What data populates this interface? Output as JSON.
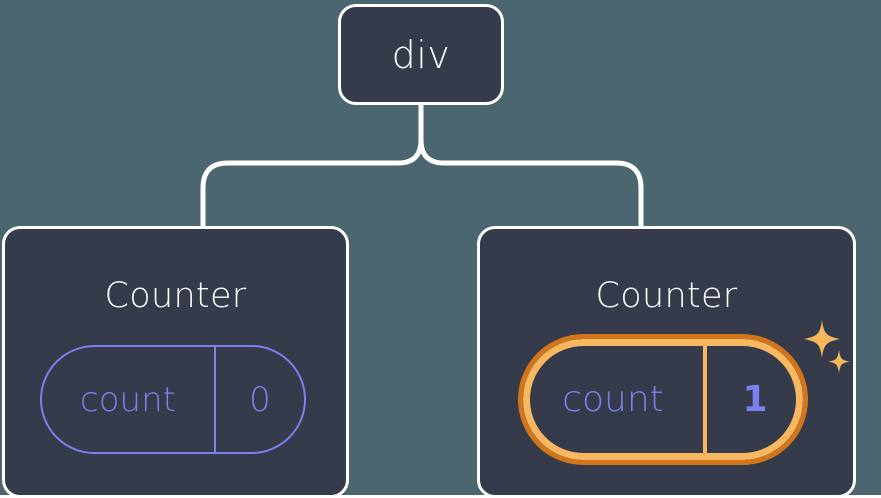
{
  "diagram": {
    "title_node": {
      "label": "div"
    },
    "colors": {
      "background": "#4c6670",
      "node_fill": "#353b4a",
      "node_border": "#ffffff",
      "connector": "#ffffff",
      "state_accent": "#7b82f0",
      "highlight_outer": "#d2761b",
      "highlight_inner": "#f8b861",
      "sparkle": "#f7b85c"
    },
    "components": [
      {
        "name": "Counter",
        "highlighted": false,
        "state": {
          "key": "count",
          "value": "0"
        }
      },
      {
        "name": "Counter",
        "highlighted": true,
        "state": {
          "key": "count",
          "value": "1"
        }
      }
    ],
    "icons": {
      "sparkle_large": "sparkle-icon",
      "sparkle_small": "sparkle-icon"
    }
  }
}
